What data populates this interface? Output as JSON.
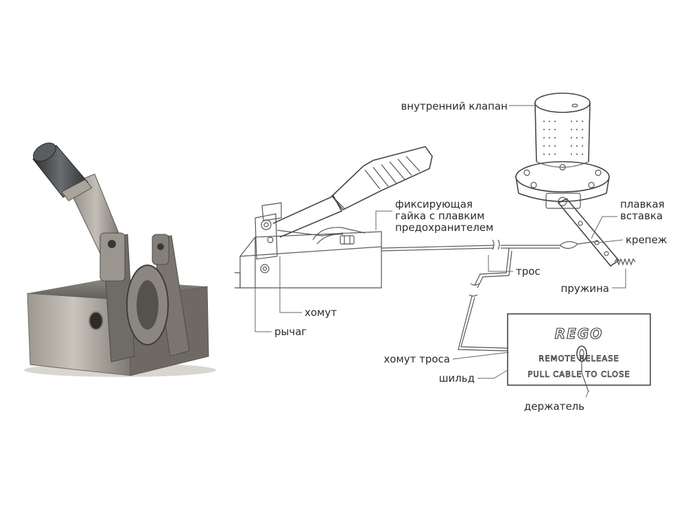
{
  "labels": {
    "internal_valve": "внутренний клапан",
    "locking_nut_line1": "фиксирующая",
    "locking_nut_line2": "гайка с плавким",
    "locking_nut_line3": "предохранителем",
    "fusible_insert_line1": "плавкая",
    "fusible_insert_line2": "вставка",
    "fastener": "крепеж",
    "cable": "трос",
    "spring": "пружина",
    "clamp": "хомут",
    "lever": "рычаг",
    "cable_clamp": "хомут троса",
    "nameplate": "шильд",
    "holder": "держатель"
  },
  "plate": {
    "brand": "REGO",
    "line1": "REMOTE RELEASE",
    "line2": "PULL CABLE TO CLOSE"
  },
  "colors": {
    "line": "#555555",
    "label": "#2a2a2a",
    "metal_light": "#b8b4ac",
    "metal_dark": "#4a4844",
    "handle_dark": "#3b3d3f"
  }
}
